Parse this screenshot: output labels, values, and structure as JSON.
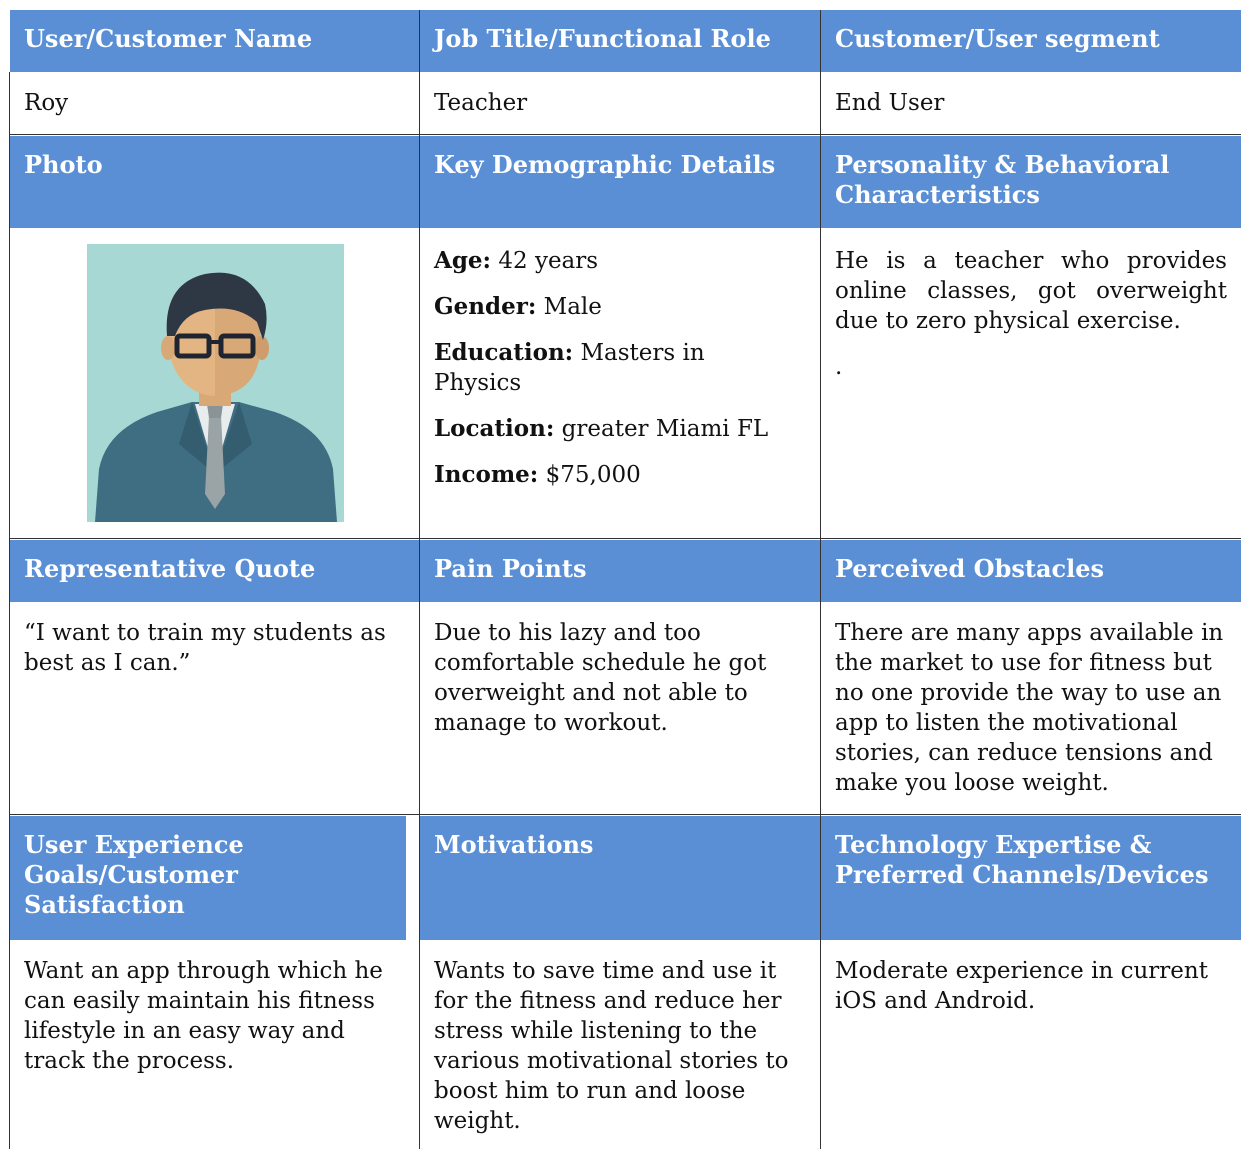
{
  "row1": {
    "headers": [
      "User/Customer Name",
      "Job Title/Functional Role",
      "Customer/User segment"
    ],
    "values": [
      "Roy",
      "Teacher",
      "End User"
    ]
  },
  "row2": {
    "headers": [
      "Photo",
      "Key Demographic Details",
      "Personality & Behavioral Characteristics"
    ],
    "demographics": [
      {
        "label": "Age:",
        "value": " 42 years"
      },
      {
        "label": "Gender:",
        "value": " Male"
      },
      {
        "label": "Education:",
        "value": " Masters in Physics"
      },
      {
        "label": "Location:",
        "value": " greater Miami FL"
      },
      {
        "label": "Income:",
        "value": " $75,000"
      }
    ],
    "personality": "He is a teacher who provides online classes, got overweight due to zero physical exercise.",
    "personality_dot": "."
  },
  "row3": {
    "headers": [
      "Representative Quote",
      "Pain Points",
      "Perceived Obstacles"
    ],
    "values": [
      "“I want to train my students as best as I can.”",
      "Due to his lazy and too comfortable schedule he got overweight and not able to manage to workout.",
      "There are many apps available in the market to use for fitness but no one provide the way to use an app to listen the motivational stories, can reduce tensions and make you loose weight."
    ]
  },
  "row4": {
    "headers": [
      "User Experience Goals/Customer Satisfaction",
      "Motivations",
      "Technology Expertise & Preferred Channels/Devices"
    ],
    "values": [
      "Want an app through which he can easily maintain his fitness lifestyle in an easy way and track the process.",
      "Wants to save time and use it for the fitness and reduce her stress while listening to the various motivational stories to boost him to run and loose weight.",
      "Moderate experience in current iOS and Android."
    ]
  },
  "colors": {
    "header_bg": "#5a8fd6",
    "header_text": "#ffffff",
    "grid": "#333333"
  },
  "icons": {
    "photo": "businessman-avatar-icon"
  }
}
